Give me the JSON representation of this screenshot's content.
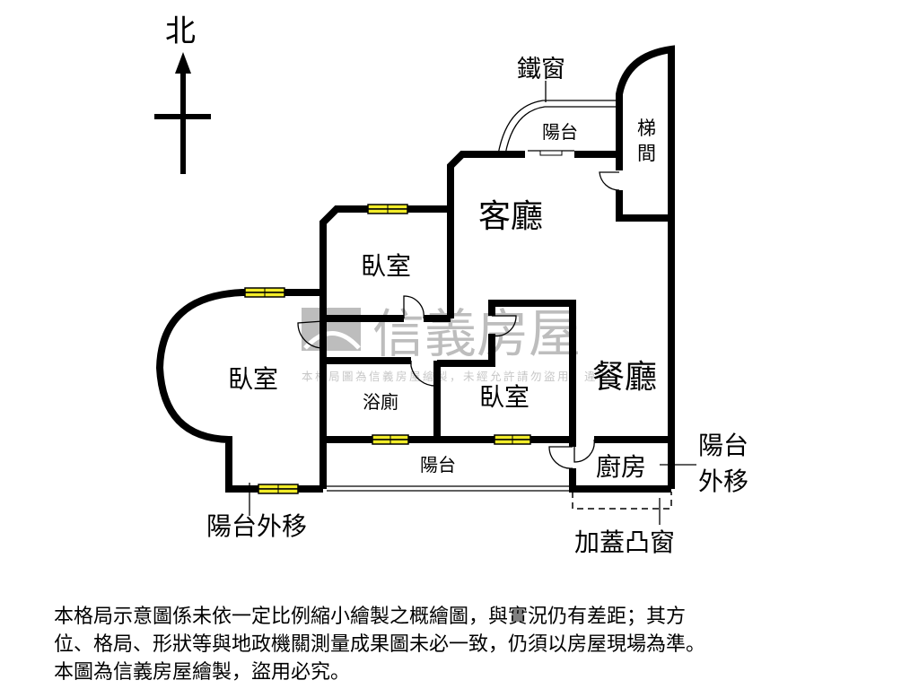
{
  "compass": {
    "north": "北"
  },
  "rooms": {
    "living": "客廳",
    "dining": "餐廳",
    "bedroom_top": "臥室",
    "bedroom_left": "臥室",
    "bedroom_mid": "臥室",
    "bath": "浴廁",
    "balcony_top": "陽台",
    "balcony_bottom": "陽台",
    "kitchen": "廚房",
    "stair_1": "梯",
    "stair_2": "間"
  },
  "annotations": {
    "iron_window": "鐵窗",
    "balcony_moved_right_1": "陽台",
    "balcony_moved_right_2": "外移",
    "balcony_moved_left": "陽台外移",
    "bay_window": "加蓋凸窗"
  },
  "watermark": {
    "brand": "信義房屋",
    "notice": "本格局圖為信義房屋繪製，未經允許請勿盜用，違者"
  },
  "disclaimer": [
    "本格局示意圖係未依一定比例縮小繪製之概繪圖，與實況仍有差距；其方",
    "位、格局、形狀等與地政機關測量成果圖未必一致，仍須以房屋現場為準。",
    "本圖為信義房屋繪製，盜用必究。"
  ]
}
